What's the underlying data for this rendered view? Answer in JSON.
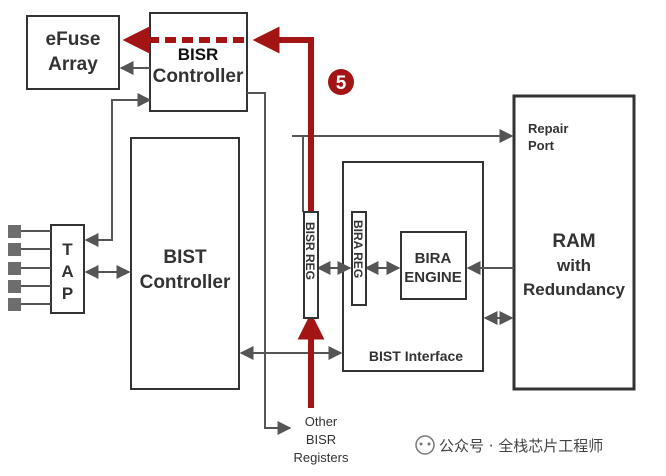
{
  "blocks": {
    "efuse": {
      "line1": "eFuse",
      "line2": "Array"
    },
    "bisr_controller": {
      "line1": "BISR",
      "line2": "Controller"
    },
    "tap": {
      "l1": "T",
      "l2": "A",
      "l3": "P"
    },
    "bist_controller": {
      "line1": "BIST",
      "line2": "Controller"
    },
    "bisr_reg": "BISR REG",
    "bira_reg": "BIRA REG",
    "bira_engine": {
      "line1": "BIRA",
      "line2": "ENGINE"
    },
    "bist_interface": "BIST Interface",
    "ram": {
      "line1": "RAM",
      "line2": "with",
      "line3": "Redundancy"
    },
    "repair_port": {
      "line1": "Repair",
      "line2": "Port"
    },
    "other_bisr": {
      "line1": "Other",
      "line2": "BISR",
      "line3": "Registers"
    }
  },
  "step_badge": "5",
  "watermark": "公众号 · 全栈芯片工程师",
  "colors": {
    "accent_red": "#a31515",
    "line_gray": "#555555",
    "box_stroke": "#333333",
    "pin_gray": "#6d6d6d"
  }
}
